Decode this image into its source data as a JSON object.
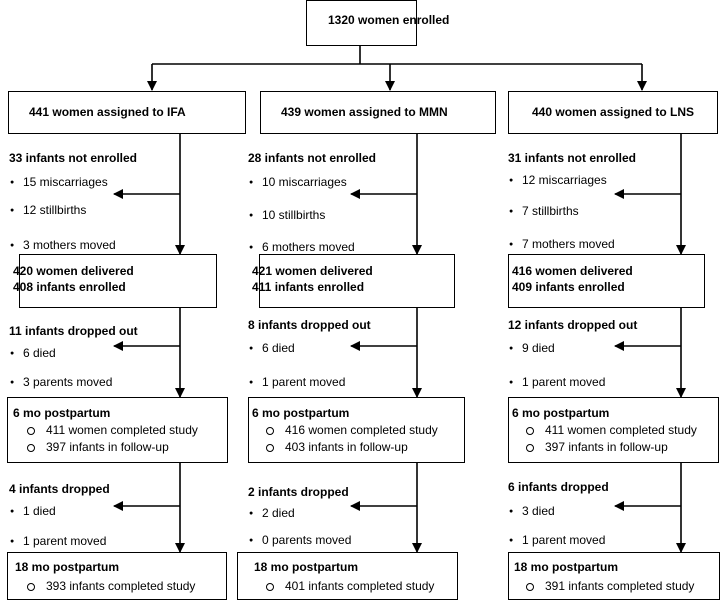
{
  "top": {
    "label": "1320 women enrolled"
  },
  "arms": [
    {
      "assigned": "441 women assigned to IFA",
      "not_enrolled": {
        "title": "33 infants not enrolled",
        "items": [
          "15 miscarriages",
          "12 stillbirths",
          "3 mothers moved"
        ]
      },
      "delivered": [
        "420 women delivered",
        "408 infants enrolled"
      ],
      "dropped_out": {
        "title": "11 infants dropped out",
        "items": [
          "6 died",
          "3 parents moved"
        ]
      },
      "six_mo": {
        "title": "6 mo postpartum",
        "items": [
          "411 women completed study",
          "397 infants in follow-up"
        ]
      },
      "dropped": {
        "title": "4 infants dropped",
        "items": [
          "1 died",
          "1 parent moved"
        ]
      },
      "eighteen_mo": {
        "title": "18 mo postpartum",
        "items": [
          "393 infants completed study"
        ]
      }
    },
    {
      "assigned": "439 women assigned to MMN",
      "not_enrolled": {
        "title": "28 infants not enrolled",
        "items": [
          "10 miscarriages",
          "10 stillbirths",
          "6 mothers moved"
        ]
      },
      "delivered": [
        "421 women delivered",
        "411 infants enrolled"
      ],
      "dropped_out": {
        "title": "8 infants dropped out",
        "items": [
          "6 died",
          "1 parent moved"
        ]
      },
      "six_mo": {
        "title": "6 mo postpartum",
        "items": [
          "416 women completed study",
          "403 infants in follow-up"
        ]
      },
      "dropped": {
        "title": "2 infants dropped",
        "items": [
          "2 died",
          "0 parents moved"
        ]
      },
      "eighteen_mo": {
        "title": "18 mo postpartum",
        "items": [
          "401 infants completed study"
        ]
      }
    },
    {
      "assigned": "440 women assigned to LNS",
      "not_enrolled": {
        "title": "31 infants not enrolled",
        "items": [
          "12 miscarriages",
          "7 stillbirths",
          "7 mothers moved"
        ]
      },
      "delivered": [
        "416 women delivered",
        "409 infants enrolled"
      ],
      "dropped_out": {
        "title": "12 infants dropped out",
        "items": [
          "9 died",
          "1 parent moved"
        ]
      },
      "six_mo": {
        "title": "6 mo postpartum",
        "items": [
          "411 women completed study",
          "397 infants in follow-up"
        ]
      },
      "dropped": {
        "title": "6 infants dropped",
        "items": [
          "3 died",
          "1 parent moved"
        ]
      },
      "eighteen_mo": {
        "title": "18 mo postpartum",
        "items": [
          "391 infants completed study"
        ]
      }
    }
  ]
}
